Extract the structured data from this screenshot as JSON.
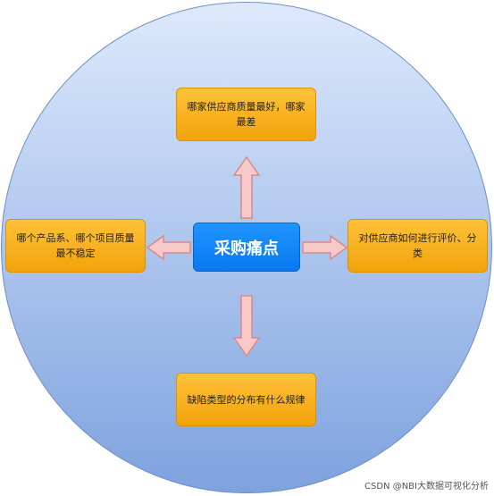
{
  "center": {
    "label": "采购痛点"
  },
  "nodes": {
    "top": "哪家供应商质量最好，哪家最差",
    "left": "哪个产品系、哪个项目质量最不稳定",
    "right": "对供应商如何进行评价、分类",
    "bottom": "缺陷类型的分布有什么规律"
  },
  "watermark": "CSDN @NBI大数据可视化分析",
  "colors": {
    "center": "#0a78f0",
    "node": "#f2a30a",
    "arrow_fill": "#f8c9c9",
    "arrow_stroke": "#d98a8a"
  }
}
